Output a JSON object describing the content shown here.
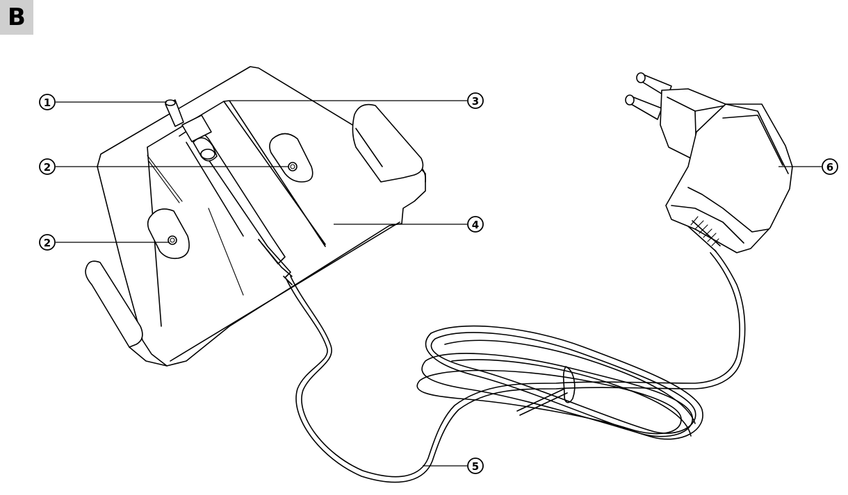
{
  "section_label": "B",
  "callouts": [
    {
      "id": "c1",
      "number": "1"
    },
    {
      "id": "c2a",
      "number": "2"
    },
    {
      "id": "c2b",
      "number": "2"
    },
    {
      "id": "c3",
      "number": "3"
    },
    {
      "id": "c4",
      "number": "4"
    },
    {
      "id": "c5",
      "number": "5"
    },
    {
      "id": "c6",
      "number": "6"
    }
  ]
}
